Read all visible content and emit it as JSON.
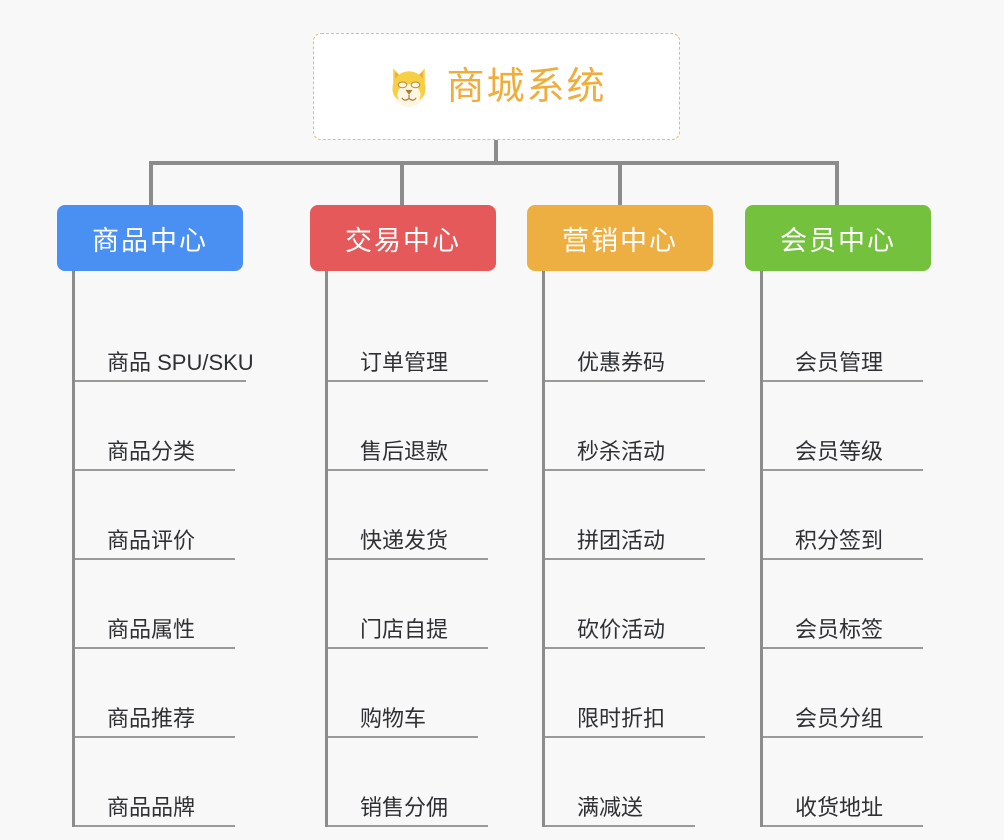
{
  "diagram": {
    "background_color": "#f8f8f8",
    "root": {
      "title": "商城系统",
      "icon": "shiba-dog-face-icon",
      "text_color": "#efad3c",
      "border_color": "#f0b95c",
      "background_color": "#ffffff"
    },
    "connector_color": "#8c8c8c",
    "columns": [
      {
        "title": "商品中心",
        "color": "#4a90f2",
        "items": [
          "商品 SPU/SKU",
          "商品分类",
          "商品评价",
          "商品属性",
          "商品推荐",
          "商品品牌"
        ]
      },
      {
        "title": "交易中心",
        "color": "#e6595a",
        "items": [
          "订单管理",
          "售后退款",
          "快递发货",
          "门店自提",
          "购物车",
          "销售分佣"
        ]
      },
      {
        "title": "营销中心",
        "color": "#eeaf42",
        "items": [
          "优惠券码",
          "秒杀活动",
          "拼团活动",
          "砍价活动",
          "限时折扣",
          "满减送"
        ]
      },
      {
        "title": "会员中心",
        "color": "#73c13d",
        "items": [
          "会员管理",
          "会员等级",
          "积分签到",
          "会员标签",
          "会员分组",
          "收货地址"
        ]
      }
    ]
  }
}
